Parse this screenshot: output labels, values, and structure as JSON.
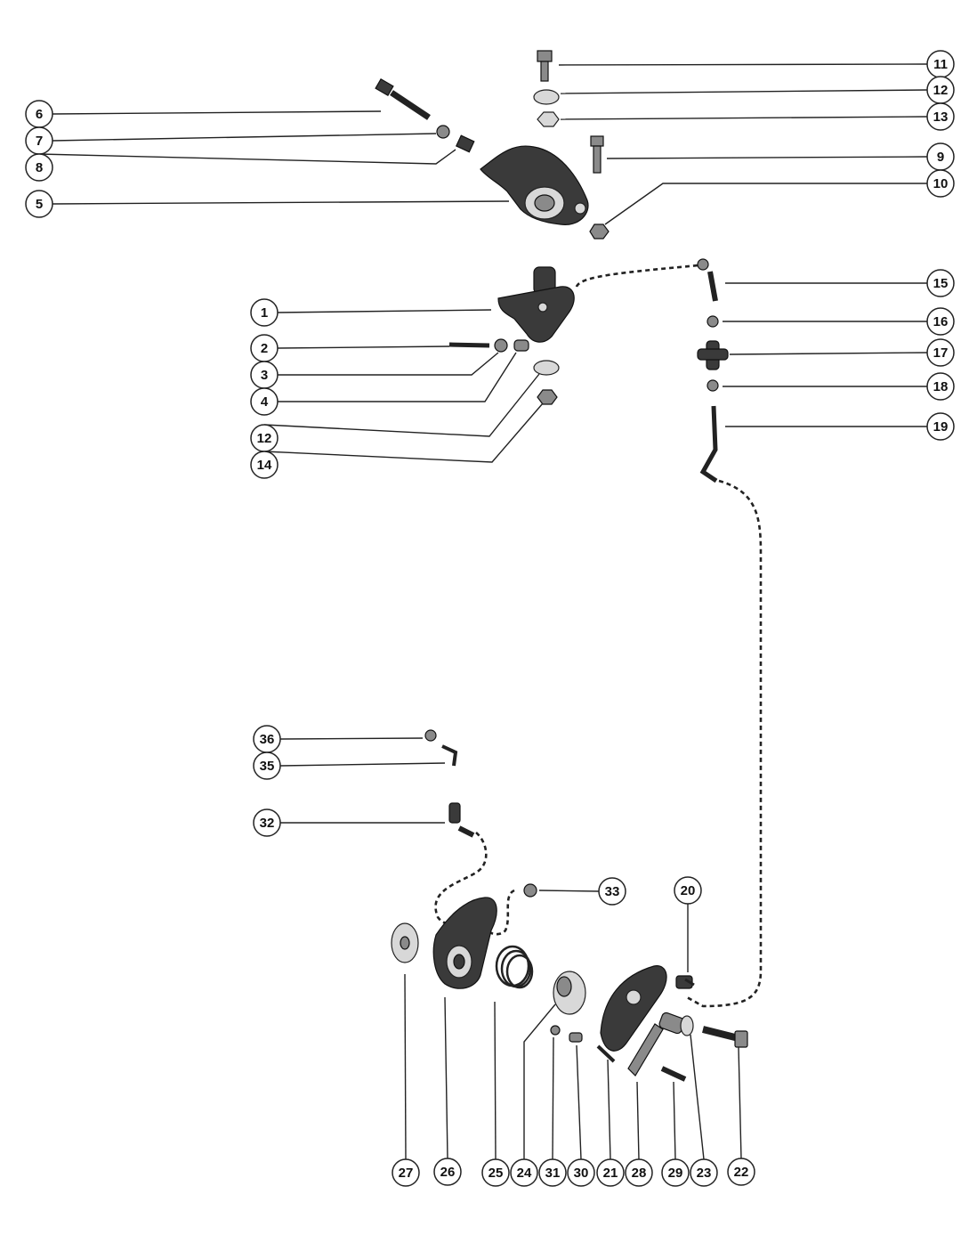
{
  "callouts": [
    {
      "label": "11"
    },
    {
      "label": "12"
    },
    {
      "label": "13"
    },
    {
      "label": "9"
    },
    {
      "label": "10"
    },
    {
      "label": "6"
    },
    {
      "label": "7"
    },
    {
      "label": "8"
    },
    {
      "label": "5"
    },
    {
      "label": "15"
    },
    {
      "label": "16"
    },
    {
      "label": "17"
    },
    {
      "label": "18"
    },
    {
      "label": "19"
    },
    {
      "label": "1"
    },
    {
      "label": "2"
    },
    {
      "label": "3"
    },
    {
      "label": "4"
    },
    {
      "label": "12"
    },
    {
      "label": "14"
    },
    {
      "label": "36"
    },
    {
      "label": "35"
    },
    {
      "label": "32"
    },
    {
      "label": "33"
    },
    {
      "label": "20"
    },
    {
      "label": "27"
    },
    {
      "label": "26"
    },
    {
      "label": "25"
    },
    {
      "label": "24"
    },
    {
      "label": "31"
    },
    {
      "label": "30"
    },
    {
      "label": "21"
    },
    {
      "label": "28"
    },
    {
      "label": "29"
    },
    {
      "label": "23"
    },
    {
      "label": "22"
    }
  ]
}
